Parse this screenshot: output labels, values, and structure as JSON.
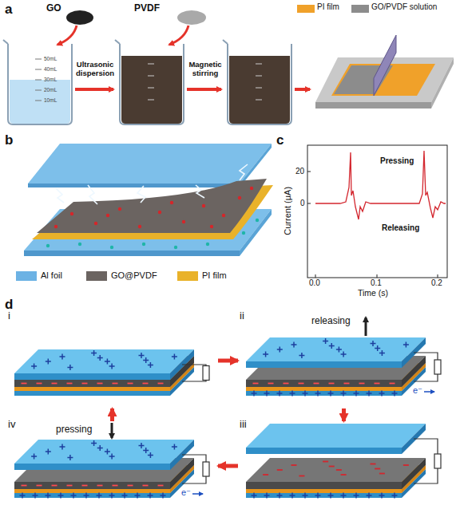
{
  "diagram": {
    "nodes": [
      {
        "text": [
          "i"
        ]
      },
      {
        "text": [
          "ii",
          "releasing",
          "e⁻"
        ]
      },
      {
        "text": [
          "iii"
        ]
      },
      {
        "text": [
          "iv",
          "pressing",
          "e⁻"
        ]
      }
    ],
    "edges": [
      {
        "from": 0,
        "to": 1,
        "arrow": "to"
      },
      {
        "from": 1,
        "to": 2,
        "arrow": "to"
      },
      {
        "from": 2,
        "to": 3,
        "arrow": "to"
      },
      {
        "from": 3,
        "to": 0,
        "arrow": "to"
      }
    ],
    "labels": [
      "a",
      "GO",
      "PVDF",
      "Ultrasonic dispersion",
      "Magnetic stirring",
      "50mL",
      "40mL",
      "30mL",
      "20mL",
      "10mL",
      "b",
      "c",
      "Current (μA)",
      "Time (s)",
      "20",
      "0",
      "0.0",
      "0.1",
      "0.2",
      "Pressing",
      "Releasing",
      "d"
    ],
    "legend": [
      {
        "text": "PI film",
        "color": "#f0a12a"
      },
      {
        "text": "GO/PVDF solution",
        "color": "#8c8c8c"
      },
      {
        "text": "Al foil",
        "color": "#6cb2e4"
      },
      {
        "text": "GO@PVDF",
        "color": "#6b6461"
      },
      {
        "text": "PI film",
        "color": "#e9b22a"
      }
    ]
  }
}
